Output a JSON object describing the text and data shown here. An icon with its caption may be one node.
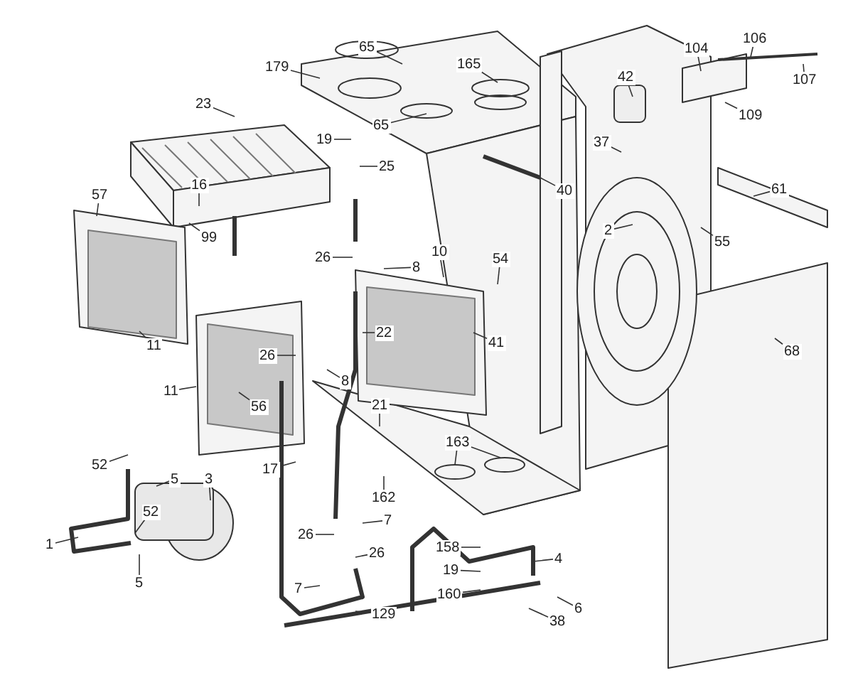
{
  "diagram": {
    "nodes": [
      {
        "text": [
          "179"
        ]
      },
      {
        "text": [
          "65"
        ]
      },
      {
        "text": [
          "165"
        ]
      },
      {
        "text": [
          "65"
        ]
      },
      {
        "text": [
          "23"
        ]
      },
      {
        "text": [
          "19"
        ]
      },
      {
        "text": [
          "25"
        ]
      },
      {
        "text": [
          "57"
        ]
      },
      {
        "text": [
          "16"
        ]
      },
      {
        "text": [
          "99"
        ]
      },
      {
        "text": [
          "26"
        ]
      },
      {
        "text": [
          "8"
        ]
      },
      {
        "text": [
          "10"
        ]
      },
      {
        "text": [
          "54"
        ]
      },
      {
        "text": [
          "22"
        ]
      },
      {
        "text": [
          "41"
        ]
      },
      {
        "text": [
          "11"
        ]
      },
      {
        "text": [
          "11"
        ]
      },
      {
        "text": [
          "56"
        ]
      },
      {
        "text": [
          "26"
        ]
      },
      {
        "text": [
          "8"
        ]
      },
      {
        "text": [
          "21"
        ]
      },
      {
        "text": [
          "52"
        ]
      },
      {
        "text": [
          "17"
        ]
      },
      {
        "text": [
          "5"
        ]
      },
      {
        "text": [
          "3"
        ]
      },
      {
        "text": [
          "162"
        ]
      },
      {
        "text": [
          "52"
        ]
      },
      {
        "text": [
          "1"
        ]
      },
      {
        "text": [
          "5"
        ]
      },
      {
        "text": [
          "7"
        ]
      },
      {
        "text": [
          "26"
        ]
      },
      {
        "text": [
          "26"
        ]
      },
      {
        "text": [
          "7"
        ]
      },
      {
        "text": [
          "129"
        ]
      },
      {
        "text": [
          "163"
        ]
      },
      {
        "text": [
          "158"
        ]
      },
      {
        "text": [
          "19"
        ]
      },
      {
        "text": [
          "160"
        ]
      },
      {
        "text": [
          "4"
        ]
      },
      {
        "text": [
          "6"
        ]
      },
      {
        "text": [
          "38"
        ]
      },
      {
        "text": [
          "42"
        ]
      },
      {
        "text": [
          "37"
        ]
      },
      {
        "text": [
          "40"
        ]
      },
      {
        "text": [
          "2"
        ]
      },
      {
        "text": [
          "55"
        ]
      },
      {
        "text": [
          "61"
        ]
      },
      {
        "text": [
          "104"
        ]
      },
      {
        "text": [
          "106"
        ]
      },
      {
        "text": [
          "107"
        ]
      },
      {
        "text": [
          "109"
        ]
      },
      {
        "text": [
          "68"
        ]
      }
    ],
    "edges": [
      {
        "from": 0,
        "to": null,
        "arrow": "none"
      },
      {
        "from": 1,
        "to": null,
        "arrow": "none"
      },
      {
        "from": 2,
        "to": null,
        "arrow": "none"
      },
      {
        "from": 3,
        "to": null,
        "arrow": "none"
      },
      {
        "from": 4,
        "to": null,
        "arrow": "none"
      },
      {
        "from": 5,
        "to": null,
        "arrow": "none"
      },
      {
        "from": 6,
        "to": null,
        "arrow": "none"
      },
      {
        "from": 7,
        "to": null,
        "arrow": "none"
      },
      {
        "from": 8,
        "to": null,
        "arrow": "none"
      },
      {
        "from": 9,
        "to": null,
        "arrow": "none"
      },
      {
        "from": 10,
        "to": null,
        "arrow": "none"
      },
      {
        "from": 11,
        "to": null,
        "arrow": "none"
      },
      {
        "from": 12,
        "to": null,
        "arrow": "none"
      },
      {
        "from": 13,
        "to": null,
        "arrow": "none"
      },
      {
        "from": 14,
        "to": null,
        "arrow": "none"
      },
      {
        "from": 15,
        "to": null,
        "arrow": "none"
      },
      {
        "from": 16,
        "to": null,
        "arrow": "none"
      },
      {
        "from": 17,
        "to": null,
        "arrow": "none"
      },
      {
        "from": 18,
        "to": null,
        "arrow": "none"
      },
      {
        "from": 19,
        "to": null,
        "arrow": "none"
      },
      {
        "from": 20,
        "to": null,
        "arrow": "none"
      },
      {
        "from": 21,
        "to": null,
        "arrow": "none"
      },
      {
        "from": 22,
        "to": null,
        "arrow": "none"
      },
      {
        "from": 23,
        "to": null,
        "arrow": "none"
      },
      {
        "from": 24,
        "to": null,
        "arrow": "none"
      },
      {
        "from": 25,
        "to": null,
        "arrow": "none"
      },
      {
        "from": 26,
        "to": null,
        "arrow": "none"
      },
      {
        "from": 27,
        "to": null,
        "arrow": "none"
      },
      {
        "from": 28,
        "to": null,
        "arrow": "none"
      },
      {
        "from": 29,
        "to": null,
        "arrow": "none"
      },
      {
        "from": 30,
        "to": null,
        "arrow": "none"
      },
      {
        "from": 31,
        "to": null,
        "arrow": "none"
      },
      {
        "from": 32,
        "to": null,
        "arrow": "none"
      },
      {
        "from": 33,
        "to": null,
        "arrow": "none"
      },
      {
        "from": 34,
        "to": null,
        "arrow": "none"
      },
      {
        "from": 35,
        "to": null,
        "arrow": "none"
      },
      {
        "from": 36,
        "to": null,
        "arrow": "none"
      },
      {
        "from": 37,
        "to": null,
        "arrow": "none"
      },
      {
        "from": 38,
        "to": null,
        "arrow": "none"
      },
      {
        "from": 39,
        "to": null,
        "arrow": "none"
      },
      {
        "from": 40,
        "to": null,
        "arrow": "none"
      },
      {
        "from": 41,
        "to": null,
        "arrow": "none"
      },
      {
        "from": 42,
        "to": null,
        "arrow": "none"
      },
      {
        "from": 43,
        "to": null,
        "arrow": "none"
      },
      {
        "from": 44,
        "to": null,
        "arrow": "none"
      },
      {
        "from": 45,
        "to": null,
        "arrow": "none"
      },
      {
        "from": 46,
        "to": null,
        "arrow": "none"
      },
      {
        "from": 47,
        "to": null,
        "arrow": "none"
      },
      {
        "from": 48,
        "to": null,
        "arrow": "none"
      },
      {
        "from": 49,
        "to": null,
        "arrow": "none"
      },
      {
        "from": 50,
        "to": null,
        "arrow": "none"
      },
      {
        "from": 51,
        "to": null,
        "arrow": "none"
      },
      {
        "from": 52,
        "to": null,
        "arrow": "none"
      },
      {
        "from": 35,
        "to": null,
        "arrow": "none"
      }
    ]
  }
}
